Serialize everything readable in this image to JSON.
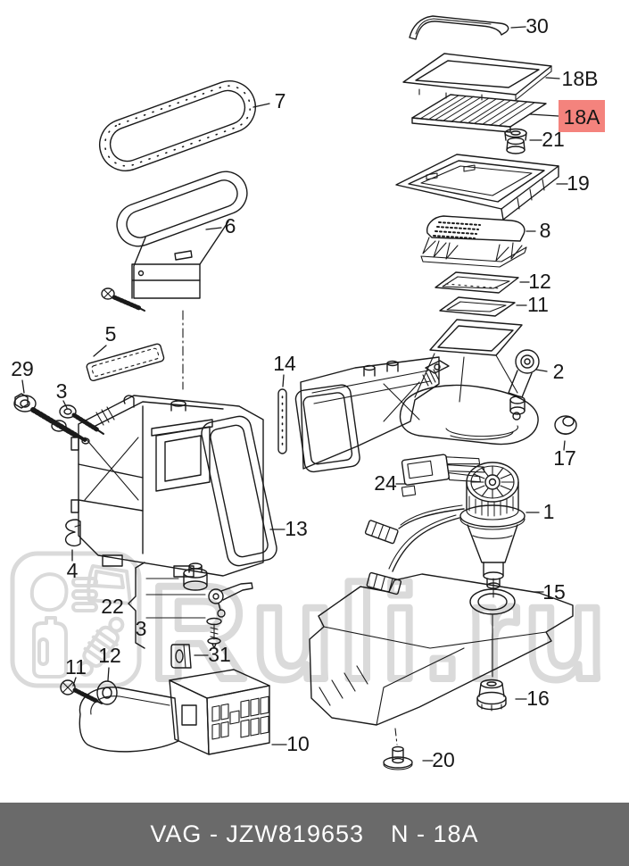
{
  "diagram": {
    "title_context": "exploded-parts-diagram",
    "watermark": {
      "text": "Ruli.ru"
    },
    "footer": {
      "code": "VAG - JZW819653",
      "ref": "N - 18A"
    },
    "colors": {
      "line": "#1A1A1A",
      "watermark": "#DADADA",
      "highlight_bg": "#F4837D",
      "highlight_text": "#9E2F2F",
      "footer_bg": "#6A6A6A",
      "footer_text": "#FFFFFF"
    },
    "highlighted_part": {
      "label": "18A"
    },
    "callouts": [
      {
        "label": "7"
      },
      {
        "label": "6"
      },
      {
        "label": "5"
      },
      {
        "label": "29"
      },
      {
        "label": "3"
      },
      {
        "label": "14"
      },
      {
        "label": "13"
      },
      {
        "label": "4"
      },
      {
        "label": "22"
      },
      {
        "label": "3"
      },
      {
        "label": "31"
      },
      {
        "label": "11"
      },
      {
        "label": "12"
      },
      {
        "label": "10"
      },
      {
        "label": "30"
      },
      {
        "label": "18B"
      },
      {
        "label": "18A"
      },
      {
        "label": "21"
      },
      {
        "label": "19"
      },
      {
        "label": "8"
      },
      {
        "label": "12"
      },
      {
        "label": "11"
      },
      {
        "label": "2"
      },
      {
        "label": "17"
      },
      {
        "label": "24"
      },
      {
        "label": "1"
      },
      {
        "label": "15"
      },
      {
        "label": "16"
      },
      {
        "label": "20"
      }
    ]
  }
}
